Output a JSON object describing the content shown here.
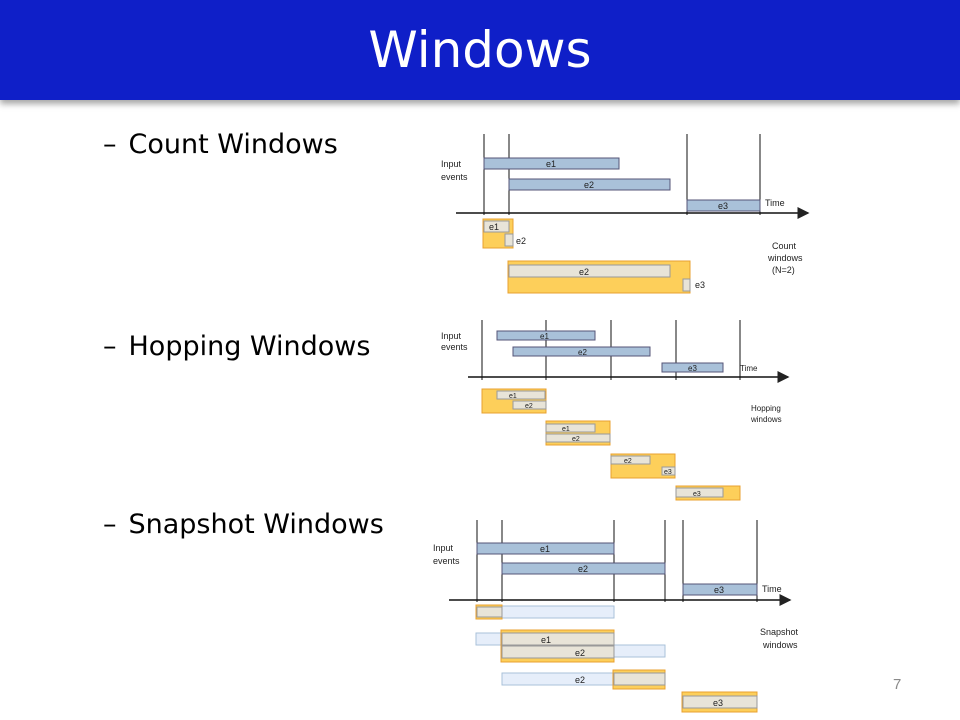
{
  "slide": {
    "title": "Windows",
    "page_number": "7",
    "bullets": [
      {
        "dash": "–",
        "text": "Count Windows"
      },
      {
        "dash": "–",
        "text": "Hopping Windows"
      },
      {
        "dash": "–",
        "text": "Snapshot Windows"
      }
    ]
  },
  "diagrams": {
    "input_label_line1": "Input",
    "input_label_line2": "events",
    "time_label": "Time",
    "events": {
      "e1": "e1",
      "e2": "e2",
      "e3": "e3"
    },
    "count": {
      "line1": "Count",
      "line2": "windows",
      "line3": "(N=2)"
    },
    "hopping": {
      "line1": "Hopping",
      "line2": "windows"
    },
    "snapshot": {
      "line1": "Snapshot",
      "line2": "windows"
    }
  },
  "colors": {
    "title_bar": "#0f1fc8",
    "event_bar": "#a9c1d9",
    "window_fill": "#fdcf5a",
    "window_event": "#e8e4d8",
    "ghost_event": "#e6eefa"
  }
}
